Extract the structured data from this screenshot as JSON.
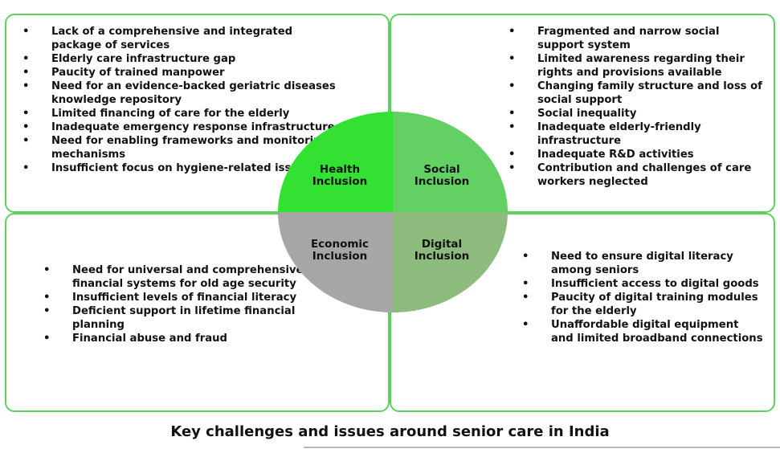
{
  "quadrants": {
    "health": {
      "label_line1": "Health",
      "label_line2": "Inclusion",
      "color": "#33e133",
      "items": [
        "Lack of a comprehensive and integrated package of services",
        "Elderly care infrastructure gap",
        "Paucity of trained manpower",
        "Need for an evidence-backed geriatric diseases knowledge repository",
        "Limited financing of care for the elderly",
        "Inadequate emergency response infrastructure",
        "Need for enabling frameworks and monitoring mechanisms",
        "Insufficient focus on hygiene-related issues"
      ]
    },
    "social": {
      "label_line1": "Social",
      "label_line2": "Inclusion",
      "color": "#63d063",
      "items": [
        "Fragmented and narrow social support system",
        "Limited awareness regarding their rights and provisions available",
        "Changing family structure and loss of social support",
        "Social inequality",
        "Inadequate elderly-friendly infrastructure",
        "Inadequate R&D activities",
        "Contribution and challenges of care workers neglected"
      ]
    },
    "economic": {
      "label_line1": "Economic",
      "label_line2": "Inclusion",
      "color": "#a6a6a6",
      "items": [
        "Need for universal and comprehensive financial systems for old age security",
        "Insufficient levels of financial literacy",
        "Deficient support in lifetime financial planning",
        "Financial abuse and fraud"
      ]
    },
    "digital": {
      "label_line1": "Digital",
      "label_line2": "Inclusion",
      "color": "#8dbb7d",
      "items": [
        "Need to ensure digital literacy among seniors",
        "Insufficient access to digital goods",
        "Paucity of digital training modules for the elderly",
        "Unaffordable digital equipment and limited broadband connections"
      ]
    }
  },
  "caption": "Key challenges and issues around senior care in India",
  "colors": {
    "border": "#5ed05e"
  }
}
